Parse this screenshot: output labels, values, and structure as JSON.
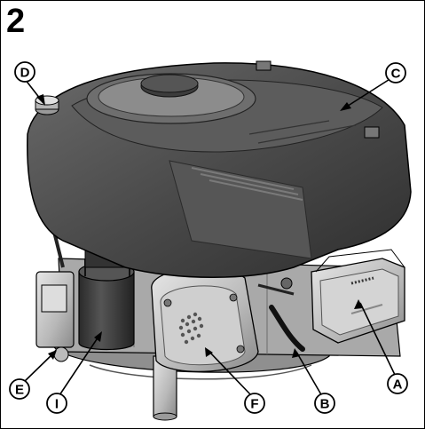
{
  "figure": {
    "number": "2"
  },
  "callouts": [
    {
      "id": "A",
      "label": "A",
      "target": "engine-oil-dipstick-window"
    },
    {
      "id": "B",
      "label": "B",
      "target": "fuel-line"
    },
    {
      "id": "C",
      "label": "C",
      "target": "engine-shroud"
    },
    {
      "id": "D",
      "label": "D",
      "target": "oil-fill-cap"
    },
    {
      "id": "E",
      "label": "E",
      "target": "throttle-linkage"
    },
    {
      "id": "F",
      "label": "F",
      "target": "muffler"
    },
    {
      "id": "I",
      "label": "I",
      "target": "air-cleaner"
    }
  ],
  "colors": {
    "shroud": "#4a4a4a",
    "metal": "#b8b8b8",
    "dark": "#2a2a2a",
    "line": "#000000"
  }
}
